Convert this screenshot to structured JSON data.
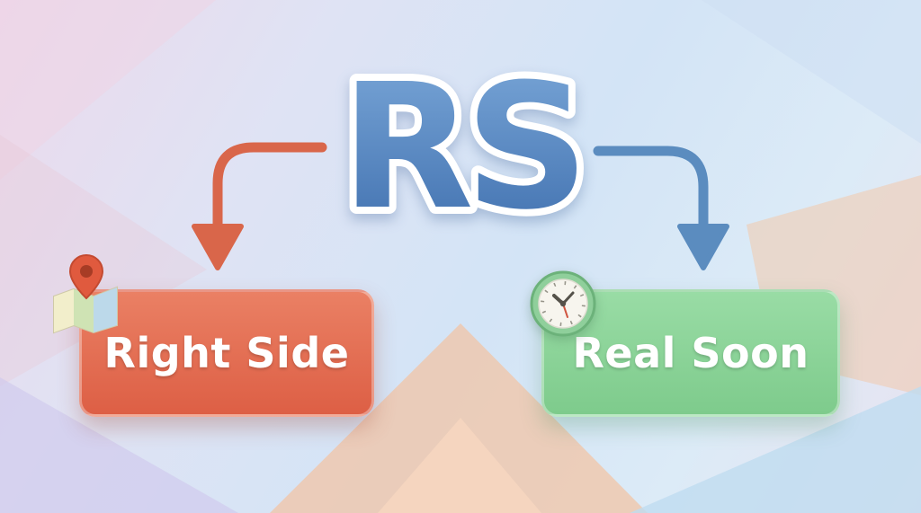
{
  "acronym": {
    "text": "RS",
    "fill_top": "#7aa7d8",
    "fill_bottom": "#3f6fae",
    "outline_color": "#ffffff"
  },
  "expansions": {
    "left": {
      "label": "Right Side",
      "card_color_top": "#ea8064",
      "card_color_bottom": "#dd5f45",
      "arrow_color": "#d9664a",
      "icon": "map-pin-icon"
    },
    "right": {
      "label": "Real Soon",
      "card_color_top": "#99dca5",
      "card_color_bottom": "#7ecb8c",
      "arrow_color": "#5b8cbf",
      "icon": "clock-icon"
    }
  },
  "background": {
    "style": "pastel low-poly gradient",
    "colors": [
      "#ecd9ec",
      "#d3e4f6",
      "#f2c4a6",
      "#cfc9ec",
      "#bfdcf0"
    ]
  }
}
